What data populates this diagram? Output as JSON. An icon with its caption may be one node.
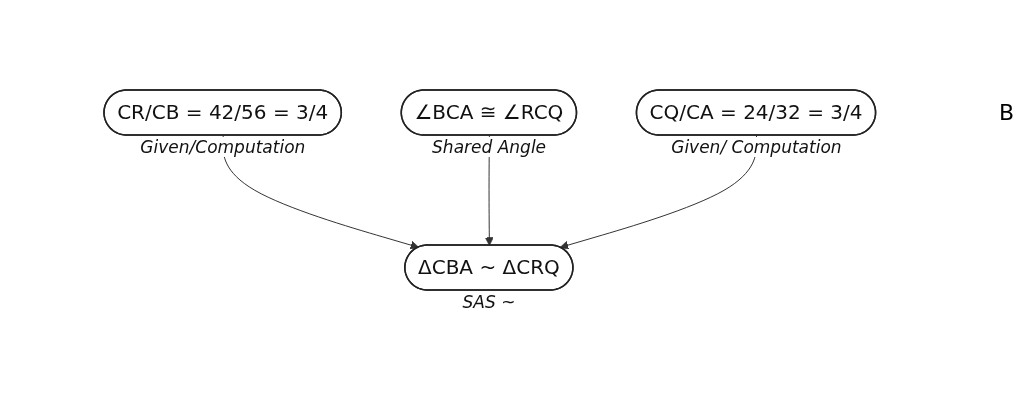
{
  "diagram": {
    "nodes": [
      {
        "text": [
          "CR/CB = 42/56 = 3/4"
        ],
        "beside": [
          "Given/Computation"
        ]
      },
      {
        "text": [
          "∠BCA ≅ ∠RCQ"
        ],
        "beside": [
          "Shared Angle"
        ]
      },
      {
        "text": [
          "CQ/CA = 24/32 = 3/4"
        ],
        "beside": [
          "Given/ Computation"
        ]
      },
      {
        "text": [
          "ΔCBA ~ ΔCRQ"
        ],
        "beside": [
          "SAS ~"
        ]
      }
    ],
    "edges": [
      {
        "from": 0,
        "to": 3,
        "arrow": "to"
      },
      {
        "from": 1,
        "to": 3,
        "arrow": "to"
      },
      {
        "from": 2,
        "to": 3,
        "arrow": "to"
      }
    ],
    "labels": [
      "B"
    ]
  }
}
